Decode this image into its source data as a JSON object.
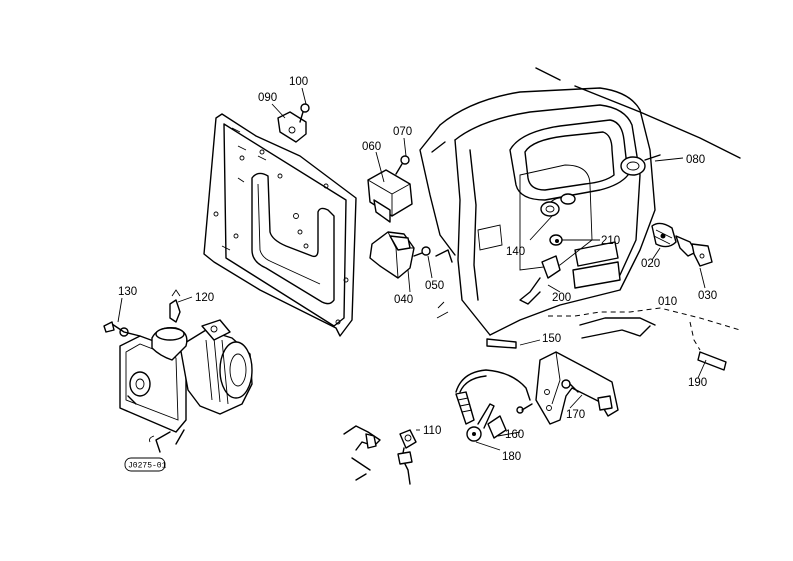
{
  "figure_reference": "J0275-01",
  "callouts": [
    {
      "id": "010",
      "text": "010"
    },
    {
      "id": "020",
      "text": "020"
    },
    {
      "id": "030",
      "text": "030"
    },
    {
      "id": "040",
      "text": "040"
    },
    {
      "id": "050",
      "text": "050"
    },
    {
      "id": "060",
      "text": "060"
    },
    {
      "id": "070",
      "text": "070"
    },
    {
      "id": "080",
      "text": "080"
    },
    {
      "id": "090",
      "text": "090"
    },
    {
      "id": "100",
      "text": "100"
    },
    {
      "id": "110",
      "text": "110"
    },
    {
      "id": "120",
      "text": "120"
    },
    {
      "id": "130",
      "text": "130"
    },
    {
      "id": "140",
      "text": "140"
    },
    {
      "id": "150",
      "text": "150"
    },
    {
      "id": "160",
      "text": "160"
    },
    {
      "id": "170",
      "text": "170"
    },
    {
      "id": "180",
      "text": "180"
    },
    {
      "id": "190",
      "text": "190"
    },
    {
      "id": "200",
      "text": "200"
    },
    {
      "id": "210",
      "text": "210"
    }
  ]
}
